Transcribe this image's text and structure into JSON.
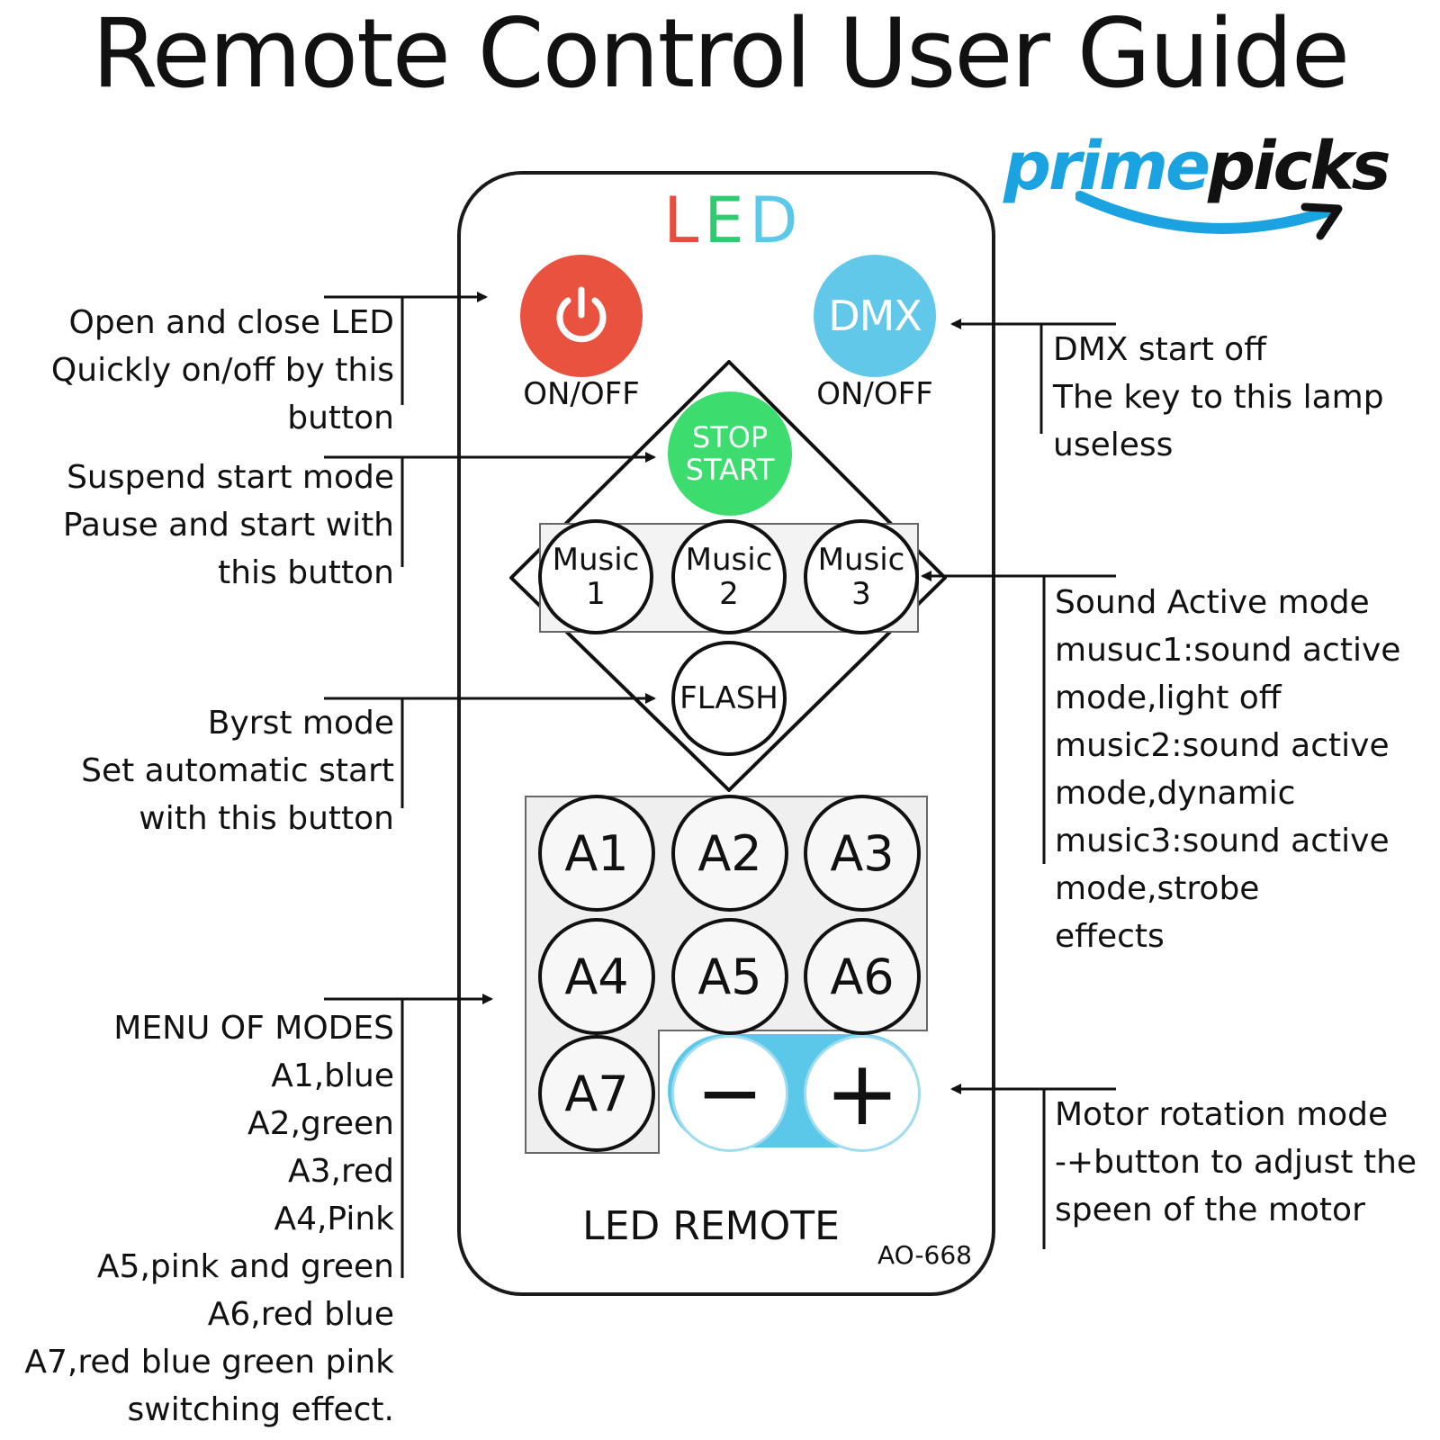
{
  "title": "Remote Control User Guide",
  "logo": {
    "word1": "prime",
    "word2": "picks"
  },
  "remote": {
    "led_letters": [
      {
        "char": "L",
        "color": "#e74c3c"
      },
      {
        "char": "E",
        "color": "#2ecc71"
      },
      {
        "char": "D",
        "color": "#5bc8ea"
      }
    ],
    "power_caption": "ON/OFF",
    "dmx_label": "DMX",
    "dmx_caption": "ON/OFF",
    "stop_start": [
      "STOP",
      "START"
    ],
    "music": [
      {
        "line1": "Music",
        "line2": "1"
      },
      {
        "line1": "Music",
        "line2": "2"
      },
      {
        "line1": "Music",
        "line2": "3"
      }
    ],
    "flash_label": "FLASH",
    "a_buttons": [
      "A1",
      "A2",
      "A3",
      "A4",
      "A5",
      "A6",
      "A7"
    ],
    "minus_label": "−",
    "plus_label": "+",
    "name": "LED REMOTE",
    "model": "AO-668",
    "colors": {
      "power": "#e8523f",
      "dmx": "#62c8ea",
      "stop": "#3ddc6e",
      "speed_band": "#5bc8ea"
    }
  },
  "annotations": {
    "power": [
      "Open and close LED",
      "Quickly on/off by this",
      "button"
    ],
    "stop_start": [
      "Suspend start mode",
      "Pause and start with",
      "this button"
    ],
    "flash": [
      "Byrst mode",
      "Set automatic start",
      "with this button"
    ],
    "menu": [
      "MENU OF MODES",
      "A1,blue",
      "A2,green",
      "A3,red",
      "A4,Pink",
      "A5,pink and green",
      "A6,red blue",
      "A7,red blue green pink",
      "switching effect."
    ],
    "dmx": [
      "DMX start off",
      "The key to this lamp",
      "useless"
    ],
    "sound": [
      "Sound Active mode",
      "musuc1:sound active",
      "mode,light off",
      "music2:sound active",
      "mode,dynamic",
      "music3:sound active",
      "mode,strobe",
      "effects"
    ],
    "motor": [
      "Motor rotation mode",
      "-+button to adjust the",
      "speen of  the motor"
    ]
  }
}
